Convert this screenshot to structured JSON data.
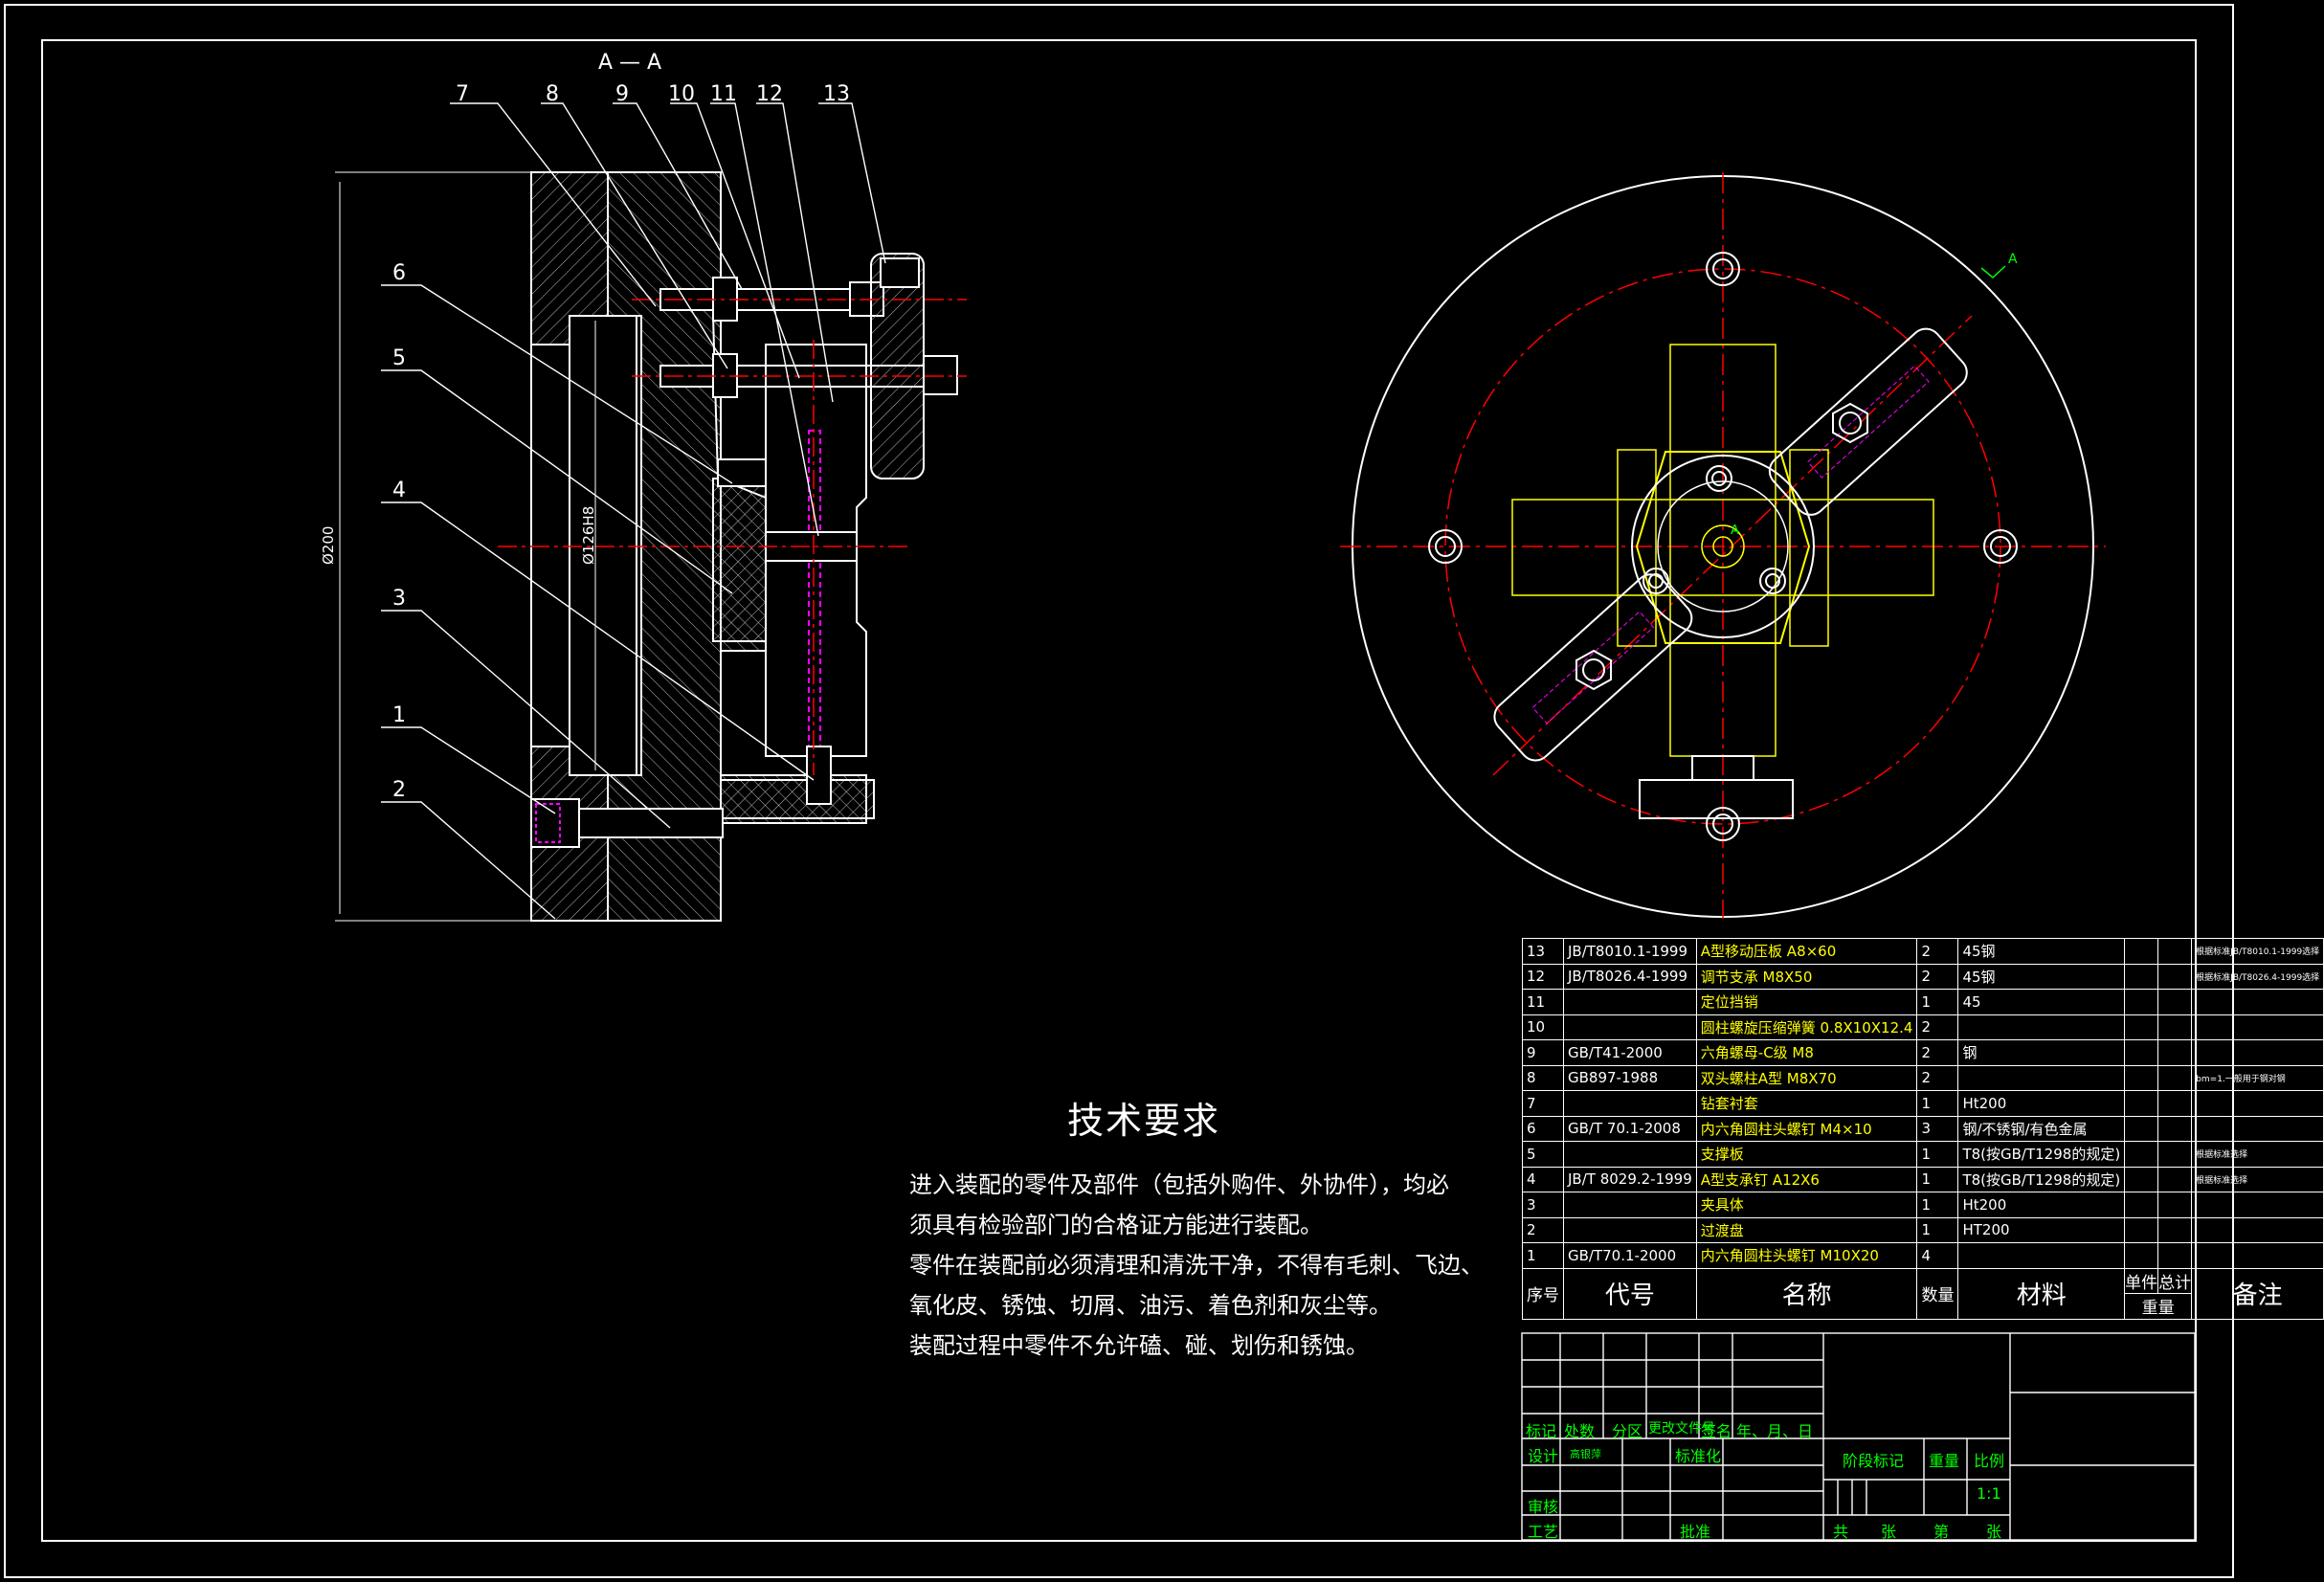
{
  "section_label": "A — A",
  "view_mark": "A",
  "center_mark": "A",
  "dim_outer": "Ø200",
  "dim_inner": "Ø126H8",
  "balloons_top": [
    "7",
    "8",
    "9",
    "10",
    "11",
    "12",
    "13"
  ],
  "balloons_left": [
    "6",
    "5",
    "4",
    "3",
    "1",
    "2"
  ],
  "tech": {
    "title": "技术要求",
    "lines": [
      "进入装配的零件及部件（包括外购件、外协件），均必",
      "须具有检验部门的合格证方能进行装配。",
      "零件在装配前必须清理和清洗干净，不得有毛刺、飞边、",
      "氧化皮、锈蚀、切屑、油污、着色剂和灰尘等。",
      "装配过程中零件不允许磕、碰、划伤和锈蚀。"
    ]
  },
  "bom": {
    "rows": [
      {
        "no": "13",
        "code": "JB/T8010.1-1999",
        "name": "A型移动压板 A8×60",
        "qty": "2",
        "mat": "45钢",
        "note": "根据标准JB/T8010.1-1999选择"
      },
      {
        "no": "12",
        "code": "JB/T8026.4-1999",
        "name": "调节支承 M8X50",
        "qty": "2",
        "mat": "45钢",
        "note": "根据标准JB/T8026.4-1999选择"
      },
      {
        "no": "11",
        "code": "",
        "name": "定位挡销",
        "qty": "1",
        "mat": "45",
        "note": ""
      },
      {
        "no": "10",
        "code": "",
        "name": "圆柱螺旋压缩弹簧 0.8X10X12.4",
        "qty": "2",
        "mat": "",
        "note": ""
      },
      {
        "no": "9",
        "code": "GB/T41-2000",
        "name": "六角螺母-C级 M8",
        "qty": "2",
        "mat": "钢",
        "note": ""
      },
      {
        "no": "8",
        "code": "GB897-1988",
        "name": "双头螺柱A型 M8X70",
        "qty": "2",
        "mat": "",
        "note": "bm=1.一般用于钢对钢"
      },
      {
        "no": "7",
        "code": "",
        "name": "钻套衬套",
        "qty": "1",
        "mat": "Ht200",
        "note": ""
      },
      {
        "no": "6",
        "code": "GB/T 70.1-2008",
        "name": "内六角圆柱头螺钉 M4×10",
        "qty": "3",
        "mat": "钢/不锈钢/有色金属",
        "note": ""
      },
      {
        "no": "5",
        "code": "",
        "name": "支撑板",
        "qty": "1",
        "mat": "T8(按GB/T1298的规定)",
        "note": "根据标准选择"
      },
      {
        "no": "4",
        "code": "JB/T 8029.2-1999",
        "name": "A型支承钉 A12X6",
        "qty": "1",
        "mat": "T8(按GB/T1298的规定)",
        "note": "根据标准选择"
      },
      {
        "no": "3",
        "code": "",
        "name": "夹具体",
        "qty": "1",
        "mat": "Ht200",
        "note": ""
      },
      {
        "no": "2",
        "code": "",
        "name": "过渡盘",
        "qty": "1",
        "mat": "HT200",
        "note": ""
      },
      {
        "no": "1",
        "code": "GB/T70.1-2000",
        "name": "内六角圆柱头螺钉 M10X20",
        "qty": "4",
        "mat": "",
        "note": ""
      }
    ],
    "head": {
      "no": "序号",
      "code": "代号",
      "name": "名称",
      "qty": "数量",
      "mat": "材料",
      "single": "单件",
      "total": "总计",
      "weight": "重量",
      "note": "备注"
    }
  },
  "titleblock": {
    "biaoji": "标记",
    "chushu": "处数",
    "fenqu": "分区",
    "gaiwenjian": "更改文件号",
    "qianming": "签名",
    "nianyueri": "年、月、日",
    "sheji": "设计",
    "designer": "高银萍",
    "biaozhunhua": "标准化",
    "jieduan": "阶段标记",
    "zhongliang": "重量",
    "bili": "比例",
    "scale": "1:1",
    "shenhe": "审核",
    "gongyi": "工艺",
    "pizhun": "批准",
    "gong": "共",
    "zhang1": "张",
    "di": "第",
    "zhang2": "张"
  },
  "colors": {
    "line": "#ffffff",
    "center": "#ff0000",
    "part": "#ffff00",
    "dim": "#ffffff",
    "label": "#00ff00"
  }
}
